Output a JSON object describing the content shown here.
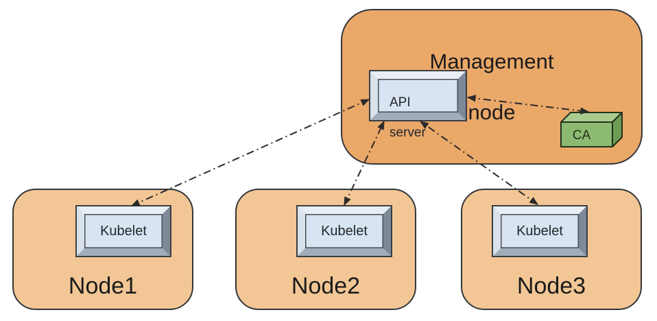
{
  "diagram": {
    "management_node": {
      "label_lines": [
        "Management",
        "node"
      ],
      "api_server": {
        "label_lines": [
          "API",
          "server"
        ]
      },
      "ca": {
        "label": "CA"
      }
    },
    "nodes": [
      {
        "label": "Node1",
        "component_label": "Kubelet"
      },
      {
        "label": "Node2",
        "component_label": "Kubelet"
      },
      {
        "label": "Node3",
        "component_label": "Kubelet"
      }
    ],
    "connections": [
      {
        "from": "Kubelet (Node1)",
        "to": "API server",
        "bidirectional": true,
        "style": "dash-dot"
      },
      {
        "from": "Kubelet (Node2)",
        "to": "API server",
        "bidirectional": true,
        "style": "dash-dot"
      },
      {
        "from": "Kubelet (Node3)",
        "to": "API server",
        "bidirectional": true,
        "style": "dash-dot"
      },
      {
        "from": "API server",
        "to": "CA",
        "bidirectional": true,
        "style": "dash-dot"
      }
    ],
    "colors": {
      "management_node_fill": "#eaa869",
      "worker_node_fill": "#f2c795",
      "node_border": "#33363b",
      "component_face": "#d8e4f2",
      "bevel_light": "#e9eef5",
      "bevel_dark": "#7e8998",
      "ca_front": "#8cba70",
      "ca_top": "#a9cc8e",
      "ca_side": "#6e9c53",
      "arrow": "#2a2a2a",
      "text": "#1b1b1b"
    }
  }
}
